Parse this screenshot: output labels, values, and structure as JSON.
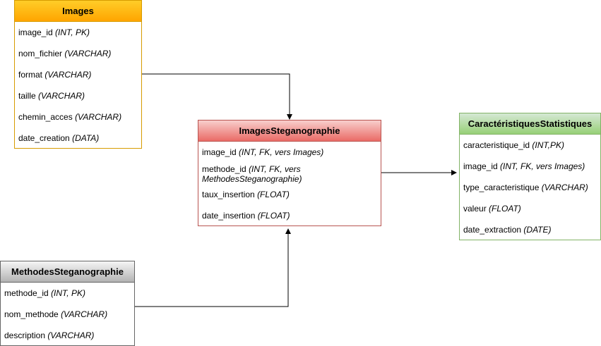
{
  "entities": {
    "images": {
      "title": "Images",
      "fields": [
        {
          "name": "image_id",
          "type": "(INT, PK)"
        },
        {
          "name": "nom_fichier",
          "type": "(VARCHAR)"
        },
        {
          "name": "format",
          "type": "(VARCHAR)"
        },
        {
          "name": "taille",
          "type": "(VARCHAR)"
        },
        {
          "name": "chemin_acces",
          "type": "(VARCHAR)"
        },
        {
          "name": "date_creation",
          "type": "(DATA)"
        }
      ]
    },
    "images_steganographie": {
      "title": "ImagesSteganographie",
      "fields": [
        {
          "name": "image_id",
          "type": "(INT, FK, vers Images)"
        },
        {
          "name": "methode_id",
          "type": "(INT, FK, vers MethodesSteganographie)"
        },
        {
          "name": "taux_insertion",
          "type": "(FLOAT)"
        },
        {
          "name": "date_insertion",
          "type": "(FLOAT)"
        }
      ]
    },
    "caracteristiques_statistiques": {
      "title": "CaractéristiquesStatistiques",
      "fields": [
        {
          "name": "caracteristique_id",
          "type": "(INT,PK)"
        },
        {
          "name": "image_id",
          "type": "(INT, FK, vers Images)"
        },
        {
          "name": "type_caracteristique",
          "type": "(VARCHAR)"
        },
        {
          "name": "valeur",
          "type": "(FLOAT)"
        },
        {
          "name": "date_extraction",
          "type": "(DATE)"
        }
      ]
    },
    "methodes_steganographie": {
      "title": "MethodesSteganographie",
      "fields": [
        {
          "name": "methode_id",
          "type": "(INT, PK)"
        },
        {
          "name": "nom_methode",
          "type": "(VARCHAR)"
        },
        {
          "name": "description",
          "type": "(VARCHAR)"
        }
      ]
    }
  },
  "colors": {
    "images_border": "#d79b00",
    "steg_border": "#b85450",
    "stats_border": "#82b366",
    "methodes_border": "#666666",
    "connector": "#000000"
  }
}
